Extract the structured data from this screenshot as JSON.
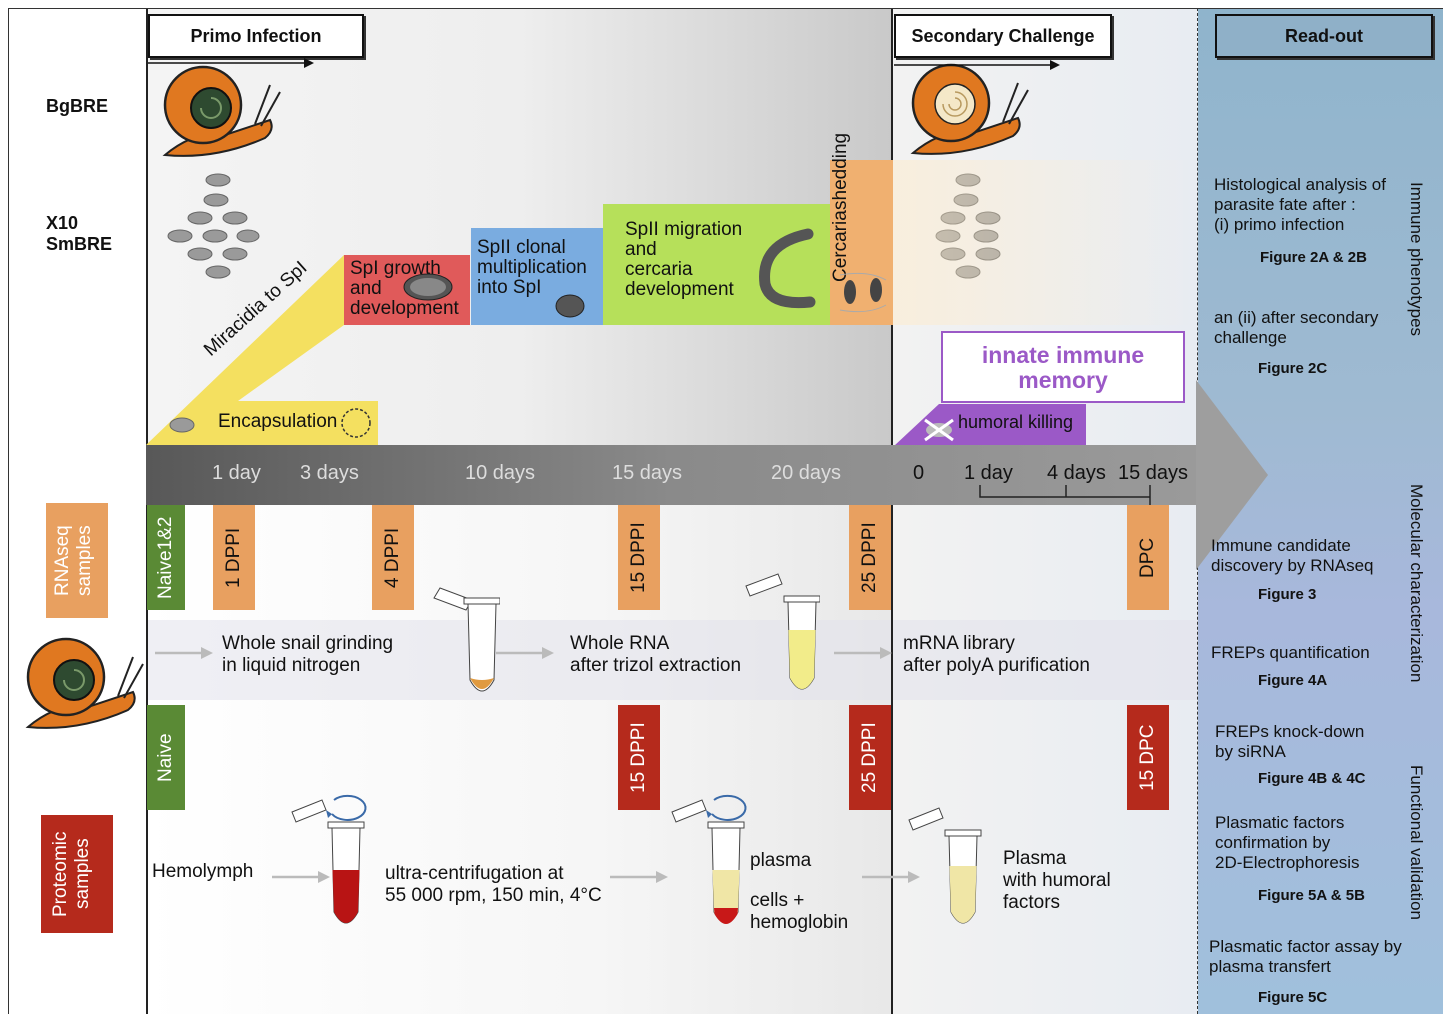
{
  "headers": {
    "primo": "Primo Infection",
    "secondary": "Secondary Challenge",
    "readout": "Read-out"
  },
  "rows": {
    "bgbre": "BgBRE",
    "x10": "X10",
    "smbre": "SmBRE",
    "rnaseq": "RNAseq samples",
    "proteomic": "Proteomic samples"
  },
  "stages": {
    "encapsulation": "Encapsulation",
    "miracidia": "Miracidia to SpI",
    "spi_growth": [
      "SpI growth",
      "and",
      "development"
    ],
    "spii_clonal": [
      "SpII clonal",
      "multiplication",
      "into SpI"
    ],
    "spii_migration": [
      "SpII migration",
      "and",
      "cercaria",
      "development"
    ],
    "cercaria": [
      "Cercaria",
      "shedding"
    ],
    "innate": [
      "innate immune",
      "memory"
    ],
    "humoral": "humoral killing"
  },
  "timeline": [
    "1 day",
    "3 days",
    "10 days",
    "15 days",
    "20 days",
    "0",
    "1 day",
    "4 days",
    "15 days"
  ],
  "rna_tags": {
    "naive": "Naive1&2",
    "d1": "1 DPPI",
    "d4": "4 DPPI",
    "d15": "15 DPPI",
    "d25": "25 DPPI",
    "dpc": "DPC"
  },
  "prot_tags": {
    "naive": "Naive",
    "d15": "15 DPPI",
    "d25": "25 DPPI",
    "dpc": "15 DPC"
  },
  "rna_steps": {
    "s1": [
      "Whole snail grinding",
      "in liquid nitrogen"
    ],
    "s2": [
      "Whole RNA",
      "after trizol extraction"
    ],
    "s3": [
      "mRNA library",
      "after polyA purification"
    ]
  },
  "prot_steps": {
    "hemolymph": "Hemolymph",
    "ultra": [
      "ultra-centrifugation at",
      "55 000 rpm, 150 min, 4°C"
    ],
    "plasma": "plasma",
    "cells": [
      "cells +",
      "hemoglobin"
    ],
    "plasma2": [
      "Plasma",
      "with humoral",
      "factors"
    ]
  },
  "readout": {
    "histo": [
      "Histological analysis of",
      "parasite fate after :",
      " (i) primo infection"
    ],
    "fig2ab": "Figure 2A & 2B",
    "secondary": [
      "an (ii) after secondary",
      "challenge"
    ],
    "fig2c": "Figure 2C",
    "immune_candidate": [
      "Immune candidate",
      "discovery by RNAseq"
    ],
    "fig3": "Figure 3",
    "freps_q": "FREPs quantification",
    "fig4a": "Figure 4A",
    "freps_kd": [
      "FREPs knock-down",
      "by siRNA"
    ],
    "fig4bc": "Figure 4B & 4C",
    "plasmatic": [
      "Plasmatic factors",
      "confirmation by",
      "2D-Electrophoresis"
    ],
    "fig5ab": "Figure 5A & 5B",
    "assay": [
      "Plasmatic factor assay by",
      "plasma transfert"
    ],
    "fig5c": "Figure 5C",
    "side1": "Immune phenotypes",
    "side2": "Molecular characterization",
    "side3": "Functional validation"
  },
  "colors": {
    "orange": "#e8a060",
    "green": "#5a8a35",
    "red": "#b52a1c",
    "yellow": "#f4e060",
    "pink": "#e05a5a",
    "blue": "#7aace0",
    "lime": "#b6e05a",
    "purple": "#9b59c7"
  }
}
